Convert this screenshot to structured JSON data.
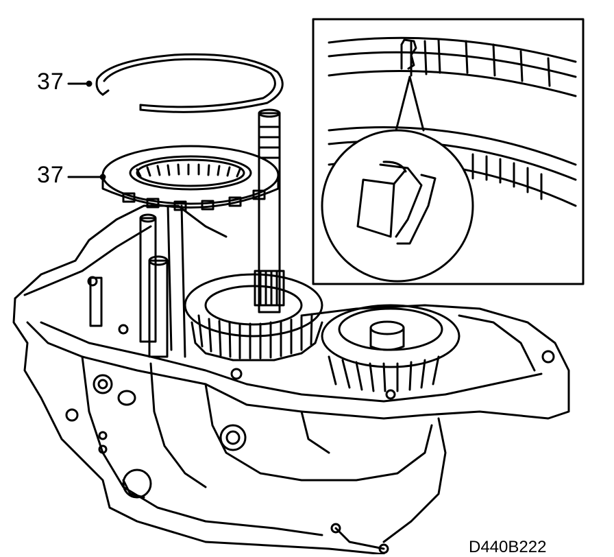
{
  "callouts": {
    "snap_ring": "37",
    "bearing_ring": "37"
  },
  "diagram_code": "D440B222",
  "colors": {
    "ink": "#000000",
    "paper": "#ffffff"
  }
}
